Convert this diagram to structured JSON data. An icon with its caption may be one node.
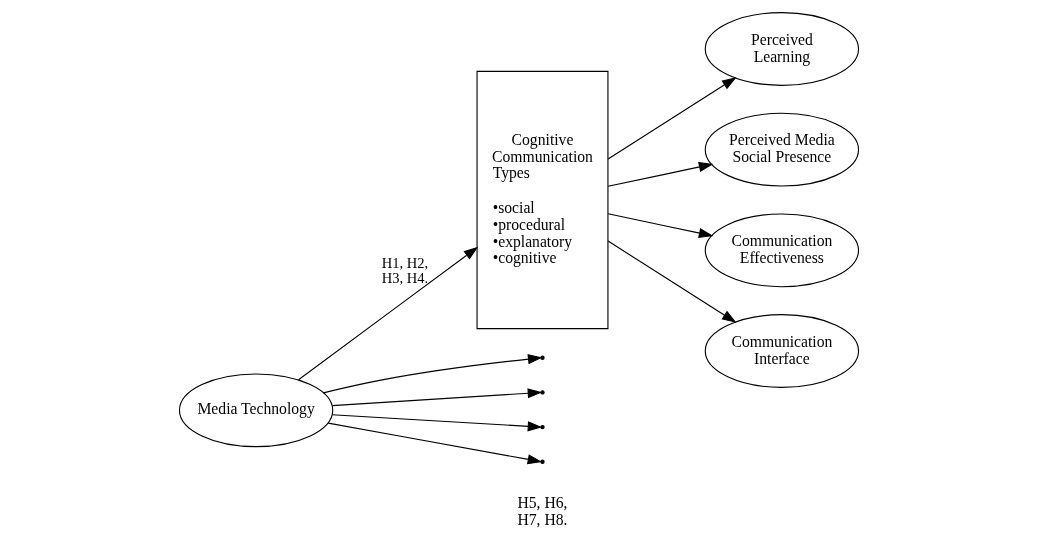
{
  "diagram": {
    "nodes": [
      {
        "text": [
          "Media Technology"
        ]
      },
      {
        "text": [
          "Cognitive Communication Types",
          "•social",
          "•procedural",
          "•explanatory",
          "•cognitive"
        ]
      },
      {
        "text": [
          "Perceived Learning"
        ]
      },
      {
        "text": [
          "Perceived Media Social Presence"
        ]
      },
      {
        "text": [
          "Communication Effectiveness"
        ]
      },
      {
        "text": [
          "Communication Interface"
        ]
      }
    ],
    "edges": [
      {
        "from": 0,
        "to": 1,
        "arrow": "to",
        "label": "H1, H2, H3, H4."
      },
      {
        "from": 1,
        "to": 2,
        "arrow": "to"
      },
      {
        "from": 1,
        "to": 3,
        "arrow": "to"
      },
      {
        "from": 1,
        "to": 4,
        "arrow": "to"
      },
      {
        "from": 1,
        "to": 5,
        "arrow": "to"
      },
      {
        "from": 0,
        "to": null,
        "arrow": "to"
      },
      {
        "from": 0,
        "to": null,
        "arrow": "to"
      },
      {
        "from": 0,
        "to": null,
        "arrow": "to"
      },
      {
        "from": 0,
        "to": null,
        "arrow": "to"
      }
    ],
    "labels": [
      "H5, H6, H7, H8."
    ]
  }
}
